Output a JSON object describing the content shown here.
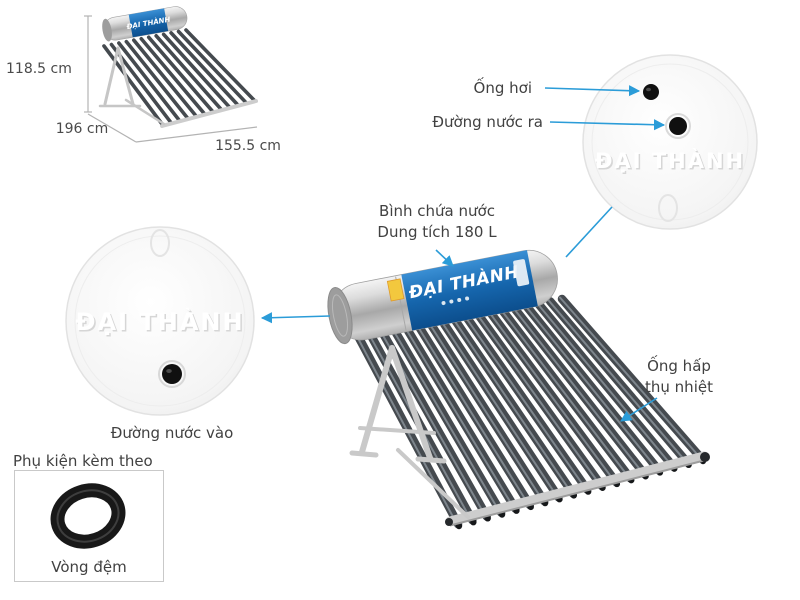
{
  "brand": {
    "name": "ĐẠI THÀNH",
    "embossed": "ĐẠI THÀNH"
  },
  "dimensions": {
    "height": "118.5 cm",
    "width": "196 cm",
    "depth": "155.5 cm"
  },
  "callouts": {
    "steam_pipe": "Ống hơi",
    "water_outlet": "Đường nước ra",
    "tank_line1": "Bình chứa nước",
    "tank_line2": "Dung tích 180 L",
    "water_inlet": "Đường nước vào",
    "absorber_tubes": "Ống hấp thụ nhiệt"
  },
  "accessories": {
    "title": "Phụ kiện kèm theo",
    "item": "Vòng đệm"
  },
  "colors": {
    "accent": "#2b9cd8",
    "brand_blue": "#1666ad",
    "text": "#414141"
  }
}
